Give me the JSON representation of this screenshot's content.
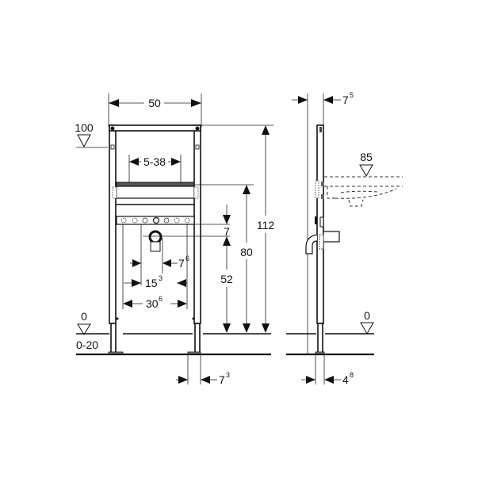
{
  "diagram": {
    "type": "technical-drawing",
    "subject": "Wash basin installation frame (front and side view)",
    "front_view": {
      "width": "50",
      "bracket_adjust": "5-38",
      "level_top": "100",
      "level_floor": "0",
      "floor_adjust": "0-20",
      "height_total": "112",
      "height_basin_bracket": "80",
      "height_drain": "52",
      "drain_offset": {
        "base": "7",
        "sup": ""
      },
      "supply_offset": {
        "base": "7",
        "sup": "6"
      },
      "supply_spacing_inner": {
        "base": "15",
        "sup": "3"
      },
      "supply_spacing_outer": {
        "base": "30",
        "sup": "6"
      },
      "foot_offset": {
        "base": "7",
        "sup": "3"
      }
    },
    "side_view": {
      "depth_top": {
        "base": "7",
        "sup": "5"
      },
      "basin_level": "85",
      "level_floor": "0",
      "foot_depth": {
        "base": "4",
        "sup": "8"
      }
    }
  }
}
